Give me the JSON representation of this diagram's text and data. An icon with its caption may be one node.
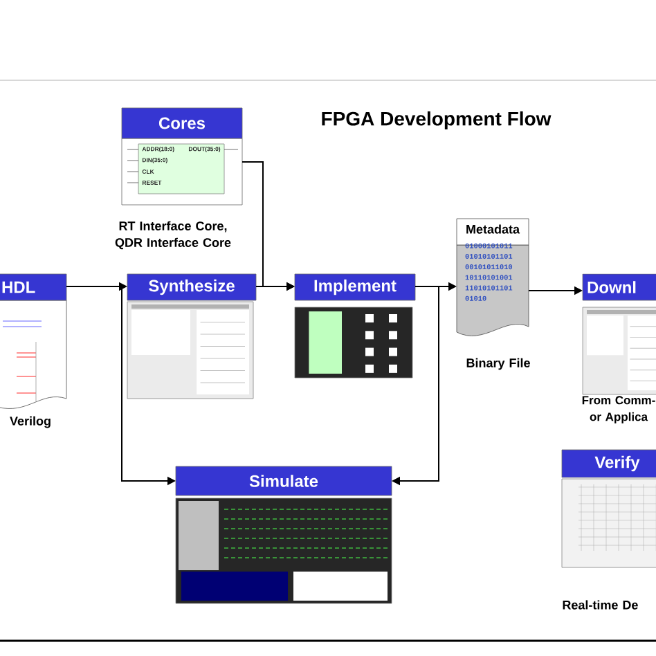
{
  "diagram": {
    "title": "FPGA Development Flow",
    "nodes": [
      {
        "text": [
          "HDL"
        ],
        "beside": [
          "Verilog"
        ]
      },
      {
        "text": [
          "Cores"
        ],
        "beside": [
          "RT Interface Core, QDR Interface Core"
        ]
      },
      {
        "text": [
          "Synthesize"
        ]
      },
      {
        "text": [
          "Implement"
        ]
      },
      {
        "text": [
          "Metadata",
          "01000101011 01010101101 00101011010 10110101001 11010101101 01010"
        ],
        "beside": [
          "Binary File"
        ]
      },
      {
        "text": [
          "Downl"
        ],
        "beside": [
          "From Comm- or Applica"
        ]
      },
      {
        "text": [
          "Simulate"
        ]
      },
      {
        "text": [
          "Verify"
        ],
        "beside": [
          "Real-time De"
        ]
      }
    ],
    "edges": [
      {
        "from": 0,
        "to": 2,
        "arrow": "to"
      },
      {
        "from": 1,
        "to": 3,
        "arrow": "to"
      },
      {
        "from": 2,
        "to": 3,
        "arrow": "to"
      },
      {
        "from": 3,
        "to": 4,
        "arrow": "to"
      },
      {
        "from": 4,
        "to": 5,
        "arrow": "to"
      },
      {
        "from": 0,
        "to": 6,
        "arrow": "to"
      },
      {
        "from": 3,
        "to": 6,
        "arrow": "to"
      }
    ],
    "labels": [
      "ADDR(18:0)",
      "DOUT(35:0)",
      "DIN(35:0)",
      "CLK",
      "RESET"
    ]
  }
}
